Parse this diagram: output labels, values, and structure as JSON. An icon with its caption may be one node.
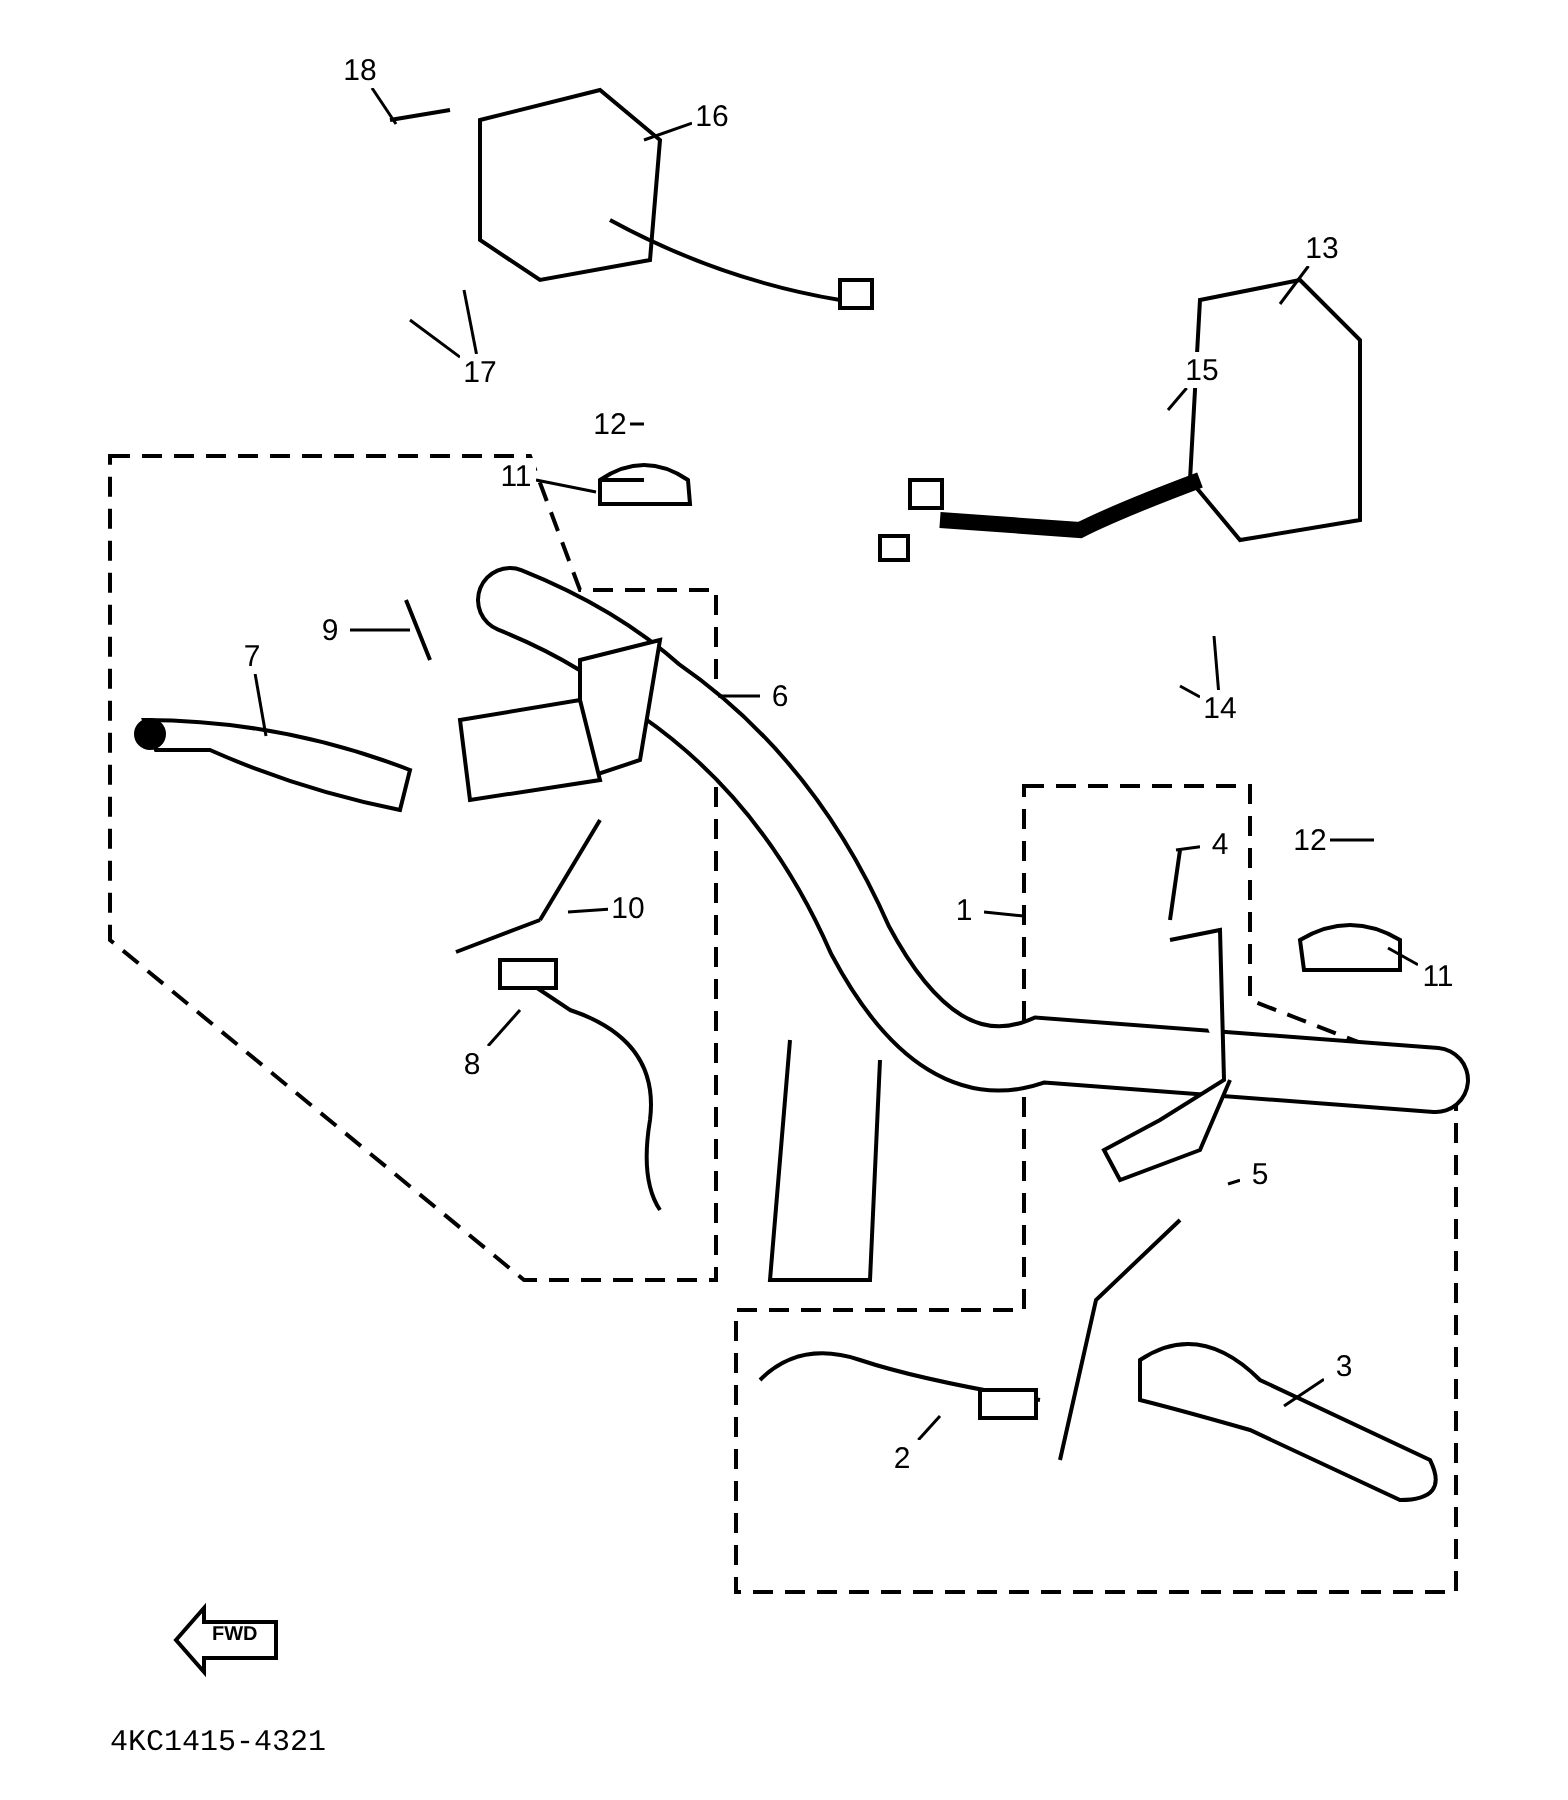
{
  "diagram": {
    "nodes": [
      {
        "text": [
          "18"
        ]
      },
      {
        "text": [
          "16"
        ]
      },
      {
        "text": [
          "17"
        ]
      },
      {
        "text": [
          "13"
        ]
      },
      {
        "text": [
          "15"
        ]
      },
      {
        "text": [
          "12"
        ]
      },
      {
        "text": [
          "11"
        ]
      },
      {
        "text": [
          "9"
        ]
      },
      {
        "text": [
          "7"
        ]
      },
      {
        "text": [
          "6"
        ]
      },
      {
        "text": [
          "14"
        ]
      },
      {
        "text": [
          "4"
        ]
      },
      {
        "text": [
          "12"
        ]
      },
      {
        "text": [
          "1"
        ]
      },
      {
        "text": [
          "10"
        ]
      },
      {
        "text": [
          "11"
        ]
      },
      {
        "text": [
          "8"
        ]
      },
      {
        "text": [
          "5"
        ]
      },
      {
        "text": [
          "3"
        ]
      },
      {
        "text": [
          "2"
        ]
      }
    ],
    "edges": [
      {
        "from": 0,
        "to": null,
        "arrow": "none"
      },
      {
        "from": 1,
        "to": null,
        "arrow": "none"
      },
      {
        "from": 2,
        "to": null,
        "arrow": "none"
      },
      {
        "from": 2,
        "to": null,
        "arrow": "none"
      },
      {
        "from": 3,
        "to": null,
        "arrow": "none"
      },
      {
        "from": 4,
        "to": null,
        "arrow": "none"
      },
      {
        "from": 5,
        "to": null,
        "arrow": "none"
      },
      {
        "from": 6,
        "to": null,
        "arrow": "none"
      },
      {
        "from": 7,
        "to": null,
        "arrow": "none"
      },
      {
        "from": 8,
        "to": null,
        "arrow": "none"
      },
      {
        "from": 9,
        "to": null,
        "arrow": "none"
      },
      {
        "from": 10,
        "to": null,
        "arrow": "none"
      },
      {
        "from": 10,
        "to": null,
        "arrow": "none"
      },
      {
        "from": 11,
        "to": null,
        "arrow": "none"
      },
      {
        "from": 12,
        "to": null,
        "arrow": "none"
      },
      {
        "from": 13,
        "to": null,
        "arrow": "none"
      },
      {
        "from": 14,
        "to": null,
        "arrow": "none"
      },
      {
        "from": 15,
        "to": null,
        "arrow": "none"
      },
      {
        "from": 16,
        "to": null,
        "arrow": "none"
      },
      {
        "from": 17,
        "to": null,
        "arrow": "none"
      },
      {
        "from": 18,
        "to": null,
        "arrow": "none"
      },
      {
        "from": 19,
        "to": null,
        "arrow": "none"
      }
    ],
    "labels": [
      "FWD",
      "4KC1415-4321"
    ]
  }
}
